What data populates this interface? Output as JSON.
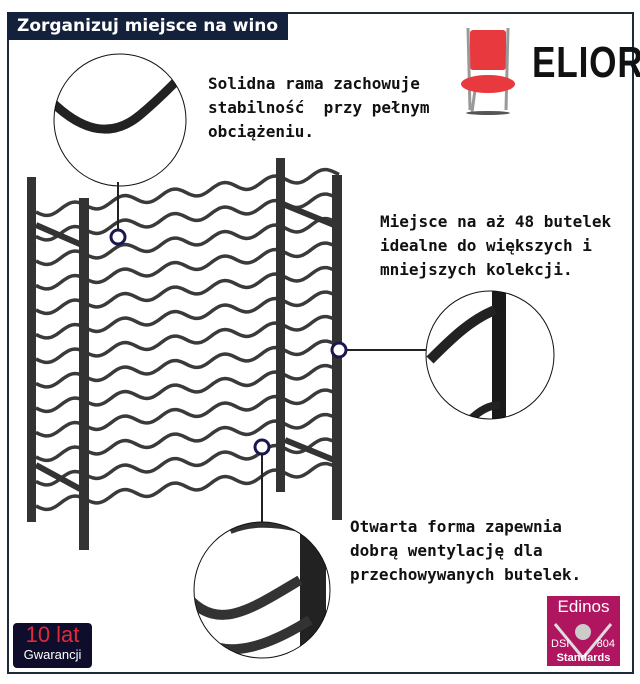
{
  "header": {
    "title": "Zorganizuj miejsce na wino"
  },
  "brand": {
    "name": "ELIOR",
    "logo_icon": "red-chair-icon"
  },
  "callouts": [
    {
      "text": "Solidna rama zachowuje\nstabilność  przy pełnym\nobciążeniu."
    },
    {
      "text": "Miejsce na aż 48 butelek\nidealne do większych i\nmniejszych kolekcji."
    },
    {
      "text": "Otwarta forma zapewnia\ndobrą wentylację dla\nprzechowywanych butelek."
    }
  ],
  "badges": {
    "warranty": {
      "line1": "10 lat",
      "line2": "Gwarancji"
    },
    "edinos": {
      "title": "Edinos",
      "left": "DSI",
      "right": "804",
      "bottom": "Standards"
    }
  },
  "colors": {
    "navy": "#14213d",
    "marker": "#1a1650",
    "edinos": "#b0155f",
    "chair": "#e8393f"
  }
}
